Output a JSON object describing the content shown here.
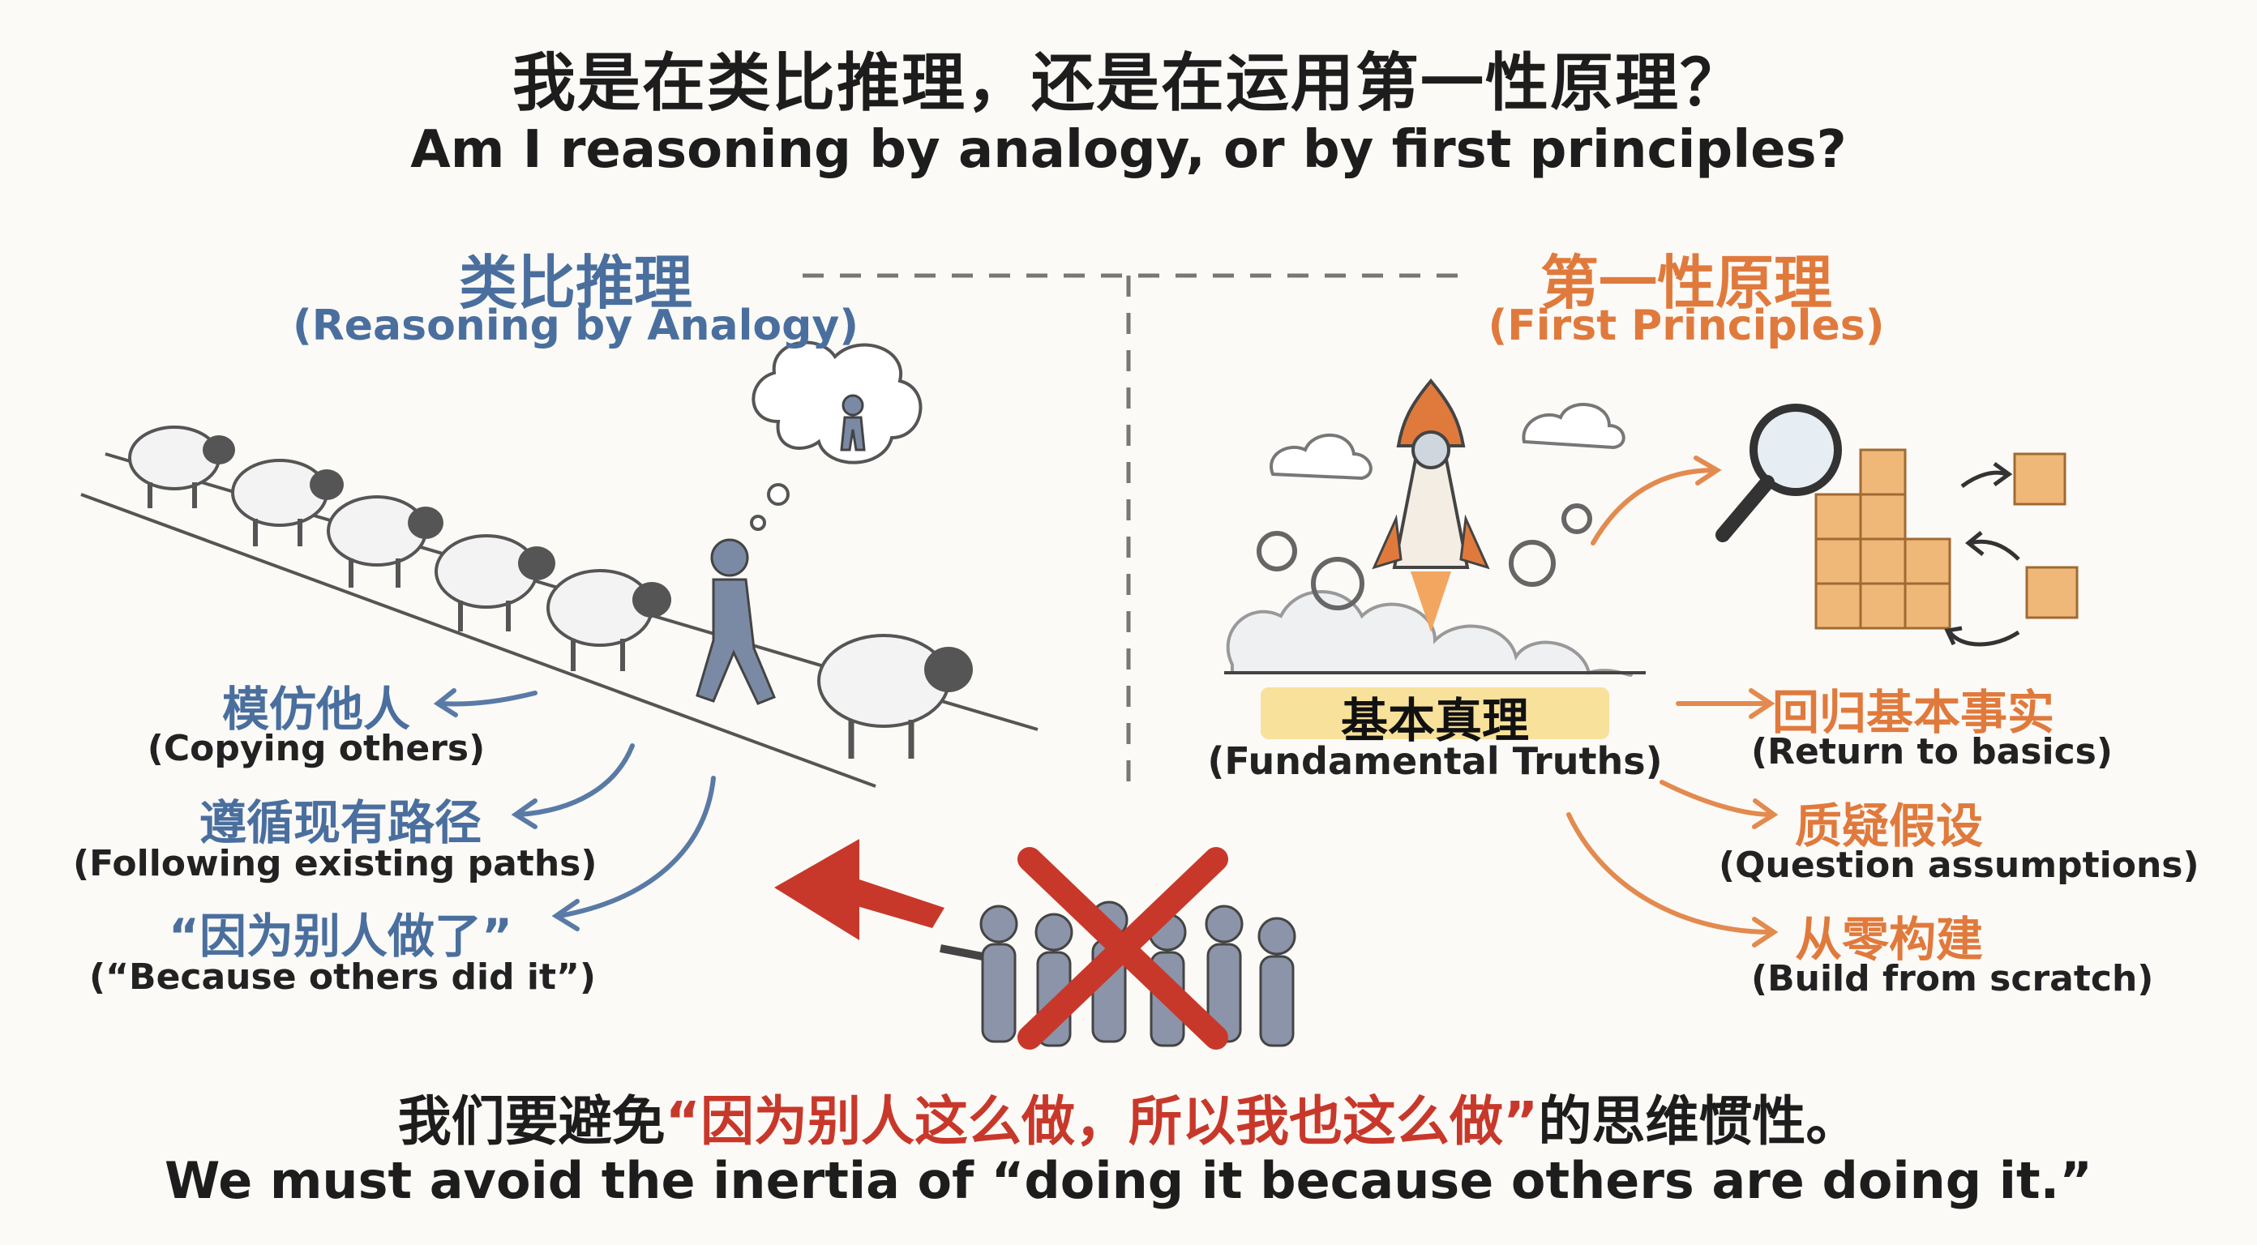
{
  "title": {
    "zh": "我是在类比推理，还是在运用第一性原理？",
    "en": "Am I reasoning by analogy, or by first principles?"
  },
  "left": {
    "heading_zh": "类比推理",
    "heading_en": "(Reasoning by Analogy)",
    "items": [
      {
        "zh": "模仿他人",
        "en": "(Copying others)"
      },
      {
        "zh": "遵循现有路径",
        "en": "(Following existing paths)"
      },
      {
        "zh": "“因为别人做了”",
        "en": "(“Because others did it”)"
      }
    ]
  },
  "right": {
    "heading_zh": "第一性原理",
    "heading_en": "(First Principles)",
    "center_zh": "基本真理",
    "center_en": "(Fundamental Truths)",
    "items": [
      {
        "zh": "回归基本事实",
        "en": "(Return to basics)"
      },
      {
        "zh": "质疑假设",
        "en": "(Question assumptions)"
      },
      {
        "zh": "从零构建",
        "en": "(Build from scratch)"
      }
    ]
  },
  "bottom": {
    "zh_before": "我们要避免",
    "zh_quote": "“因为别人这么做，所以我也这么做”",
    "zh_after": "的思维惯性。",
    "en": "We must avoid the inertia of “doing it because others are doing it.”"
  },
  "colors": {
    "blue": "#4a6f9e",
    "orange": "#e07a3c",
    "red": "#c8382a",
    "yellow_highlight": "#f7dc8a"
  }
}
